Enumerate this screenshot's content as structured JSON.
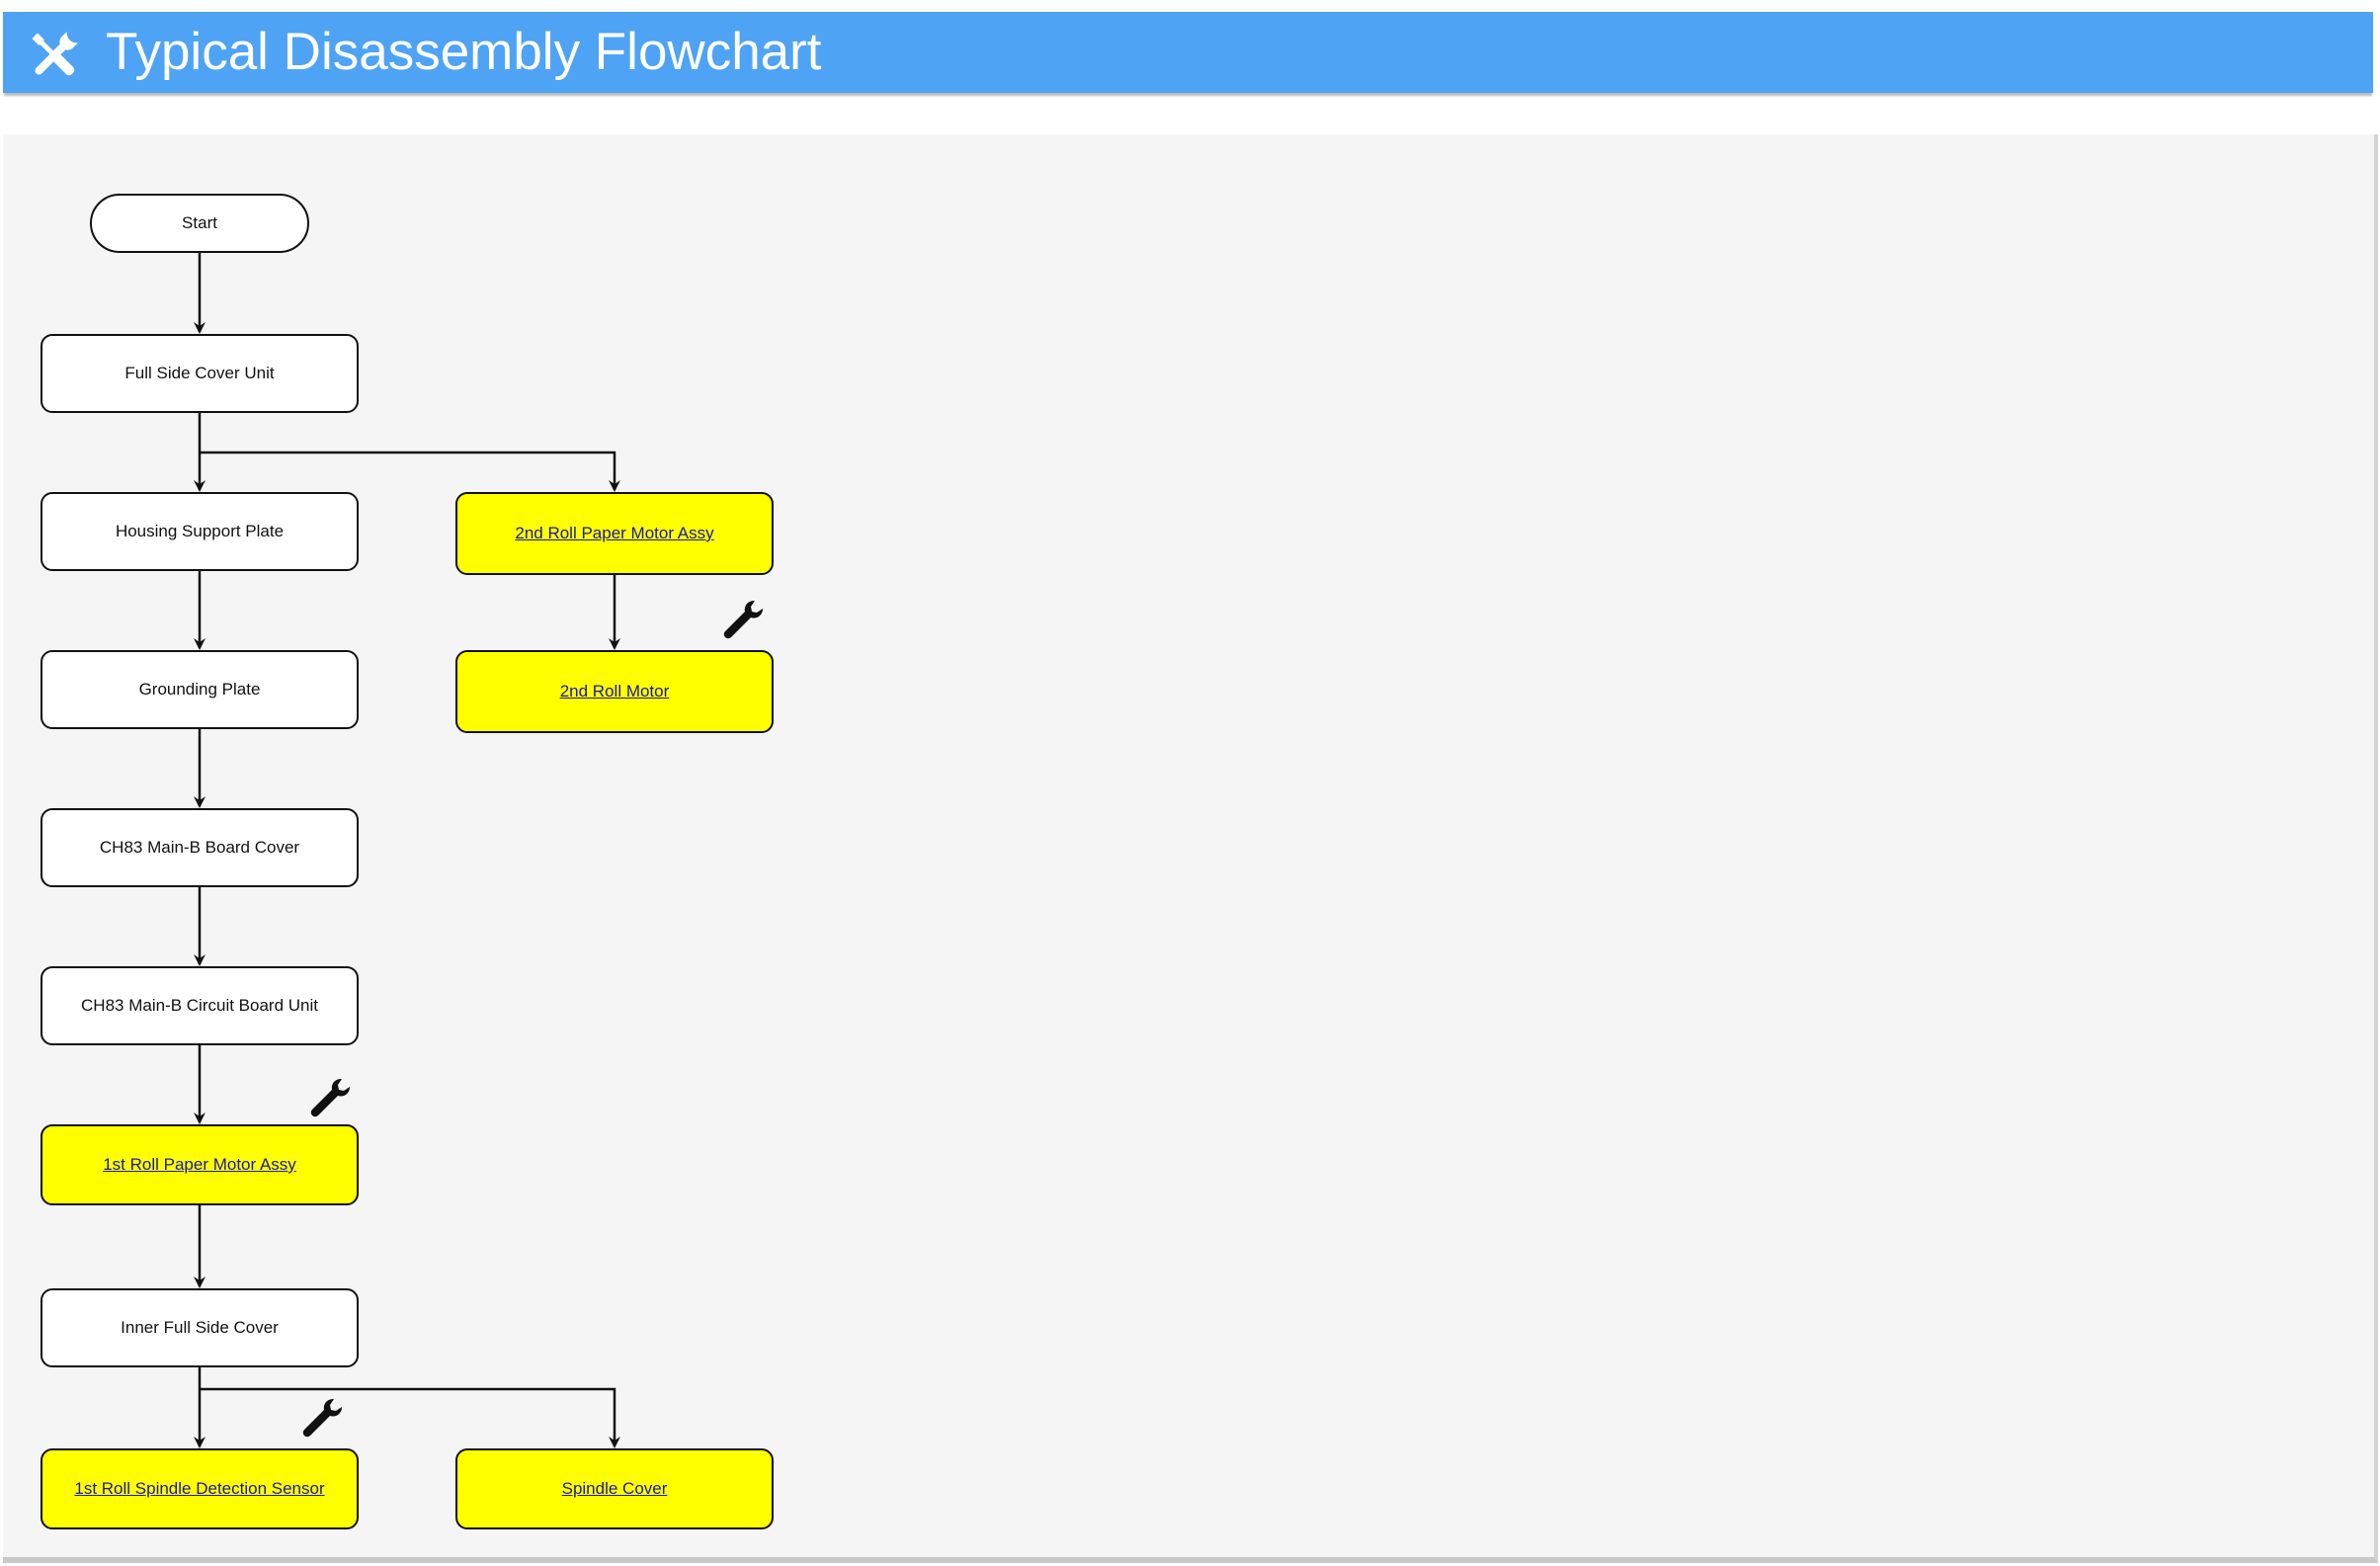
{
  "header": {
    "title": "Typical Disassembly Flowchart",
    "icon": "tools-icon",
    "background": "#4fa3f4"
  },
  "diagram": {
    "nodes": {
      "start": "Start",
      "full_side_cover_unit": "Full Side Cover Unit",
      "housing_support_plate": "Housing Support Plate",
      "second_roll_paper_motor_assy": "2nd Roll Paper Motor Assy",
      "grounding_plate": "Grounding Plate",
      "second_roll_motor": "2nd Roll Motor",
      "ch83_main_b_board_cover": "CH83 Main-B Board Cover",
      "ch83_main_b_circuit_board_unit": "CH83 Main-B Circuit Board Unit",
      "first_roll_paper_motor_assy": "1st Roll Paper Motor Assy",
      "inner_full_side_cover": "Inner Full Side Cover",
      "first_roll_spindle_detection_sensor": "1st Roll Spindle Detection Sensor",
      "spindle_cover": "Spindle Cover"
    },
    "link_node_color": "#ffff00",
    "plain_node_color": "#ffffff",
    "wrench_icon": "wrench-icon"
  }
}
